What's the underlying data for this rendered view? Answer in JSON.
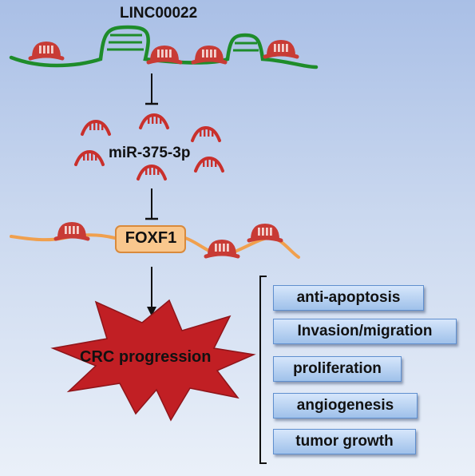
{
  "lncrna_label": "LINC00022",
  "mirna_label": "miR-375-3p",
  "gene_label": "FOXF1",
  "progression_label": "CRC progression",
  "outcomes": [
    "anti-apoptosis",
    "Invasion/migration",
    "proliferation",
    "angiogenesis",
    "tumor growth"
  ],
  "colors": {
    "background_top": "#a9bfe6",
    "background_bottom": "#eaf0f9",
    "lncrna_strand": "#1e8c2a",
    "mirna": "#c9302c",
    "mrna_strand": "#f0a04e",
    "gene_box": "#f9c78d",
    "burst": "#c11f24",
    "outcome_box": "#a9c8ee"
  }
}
